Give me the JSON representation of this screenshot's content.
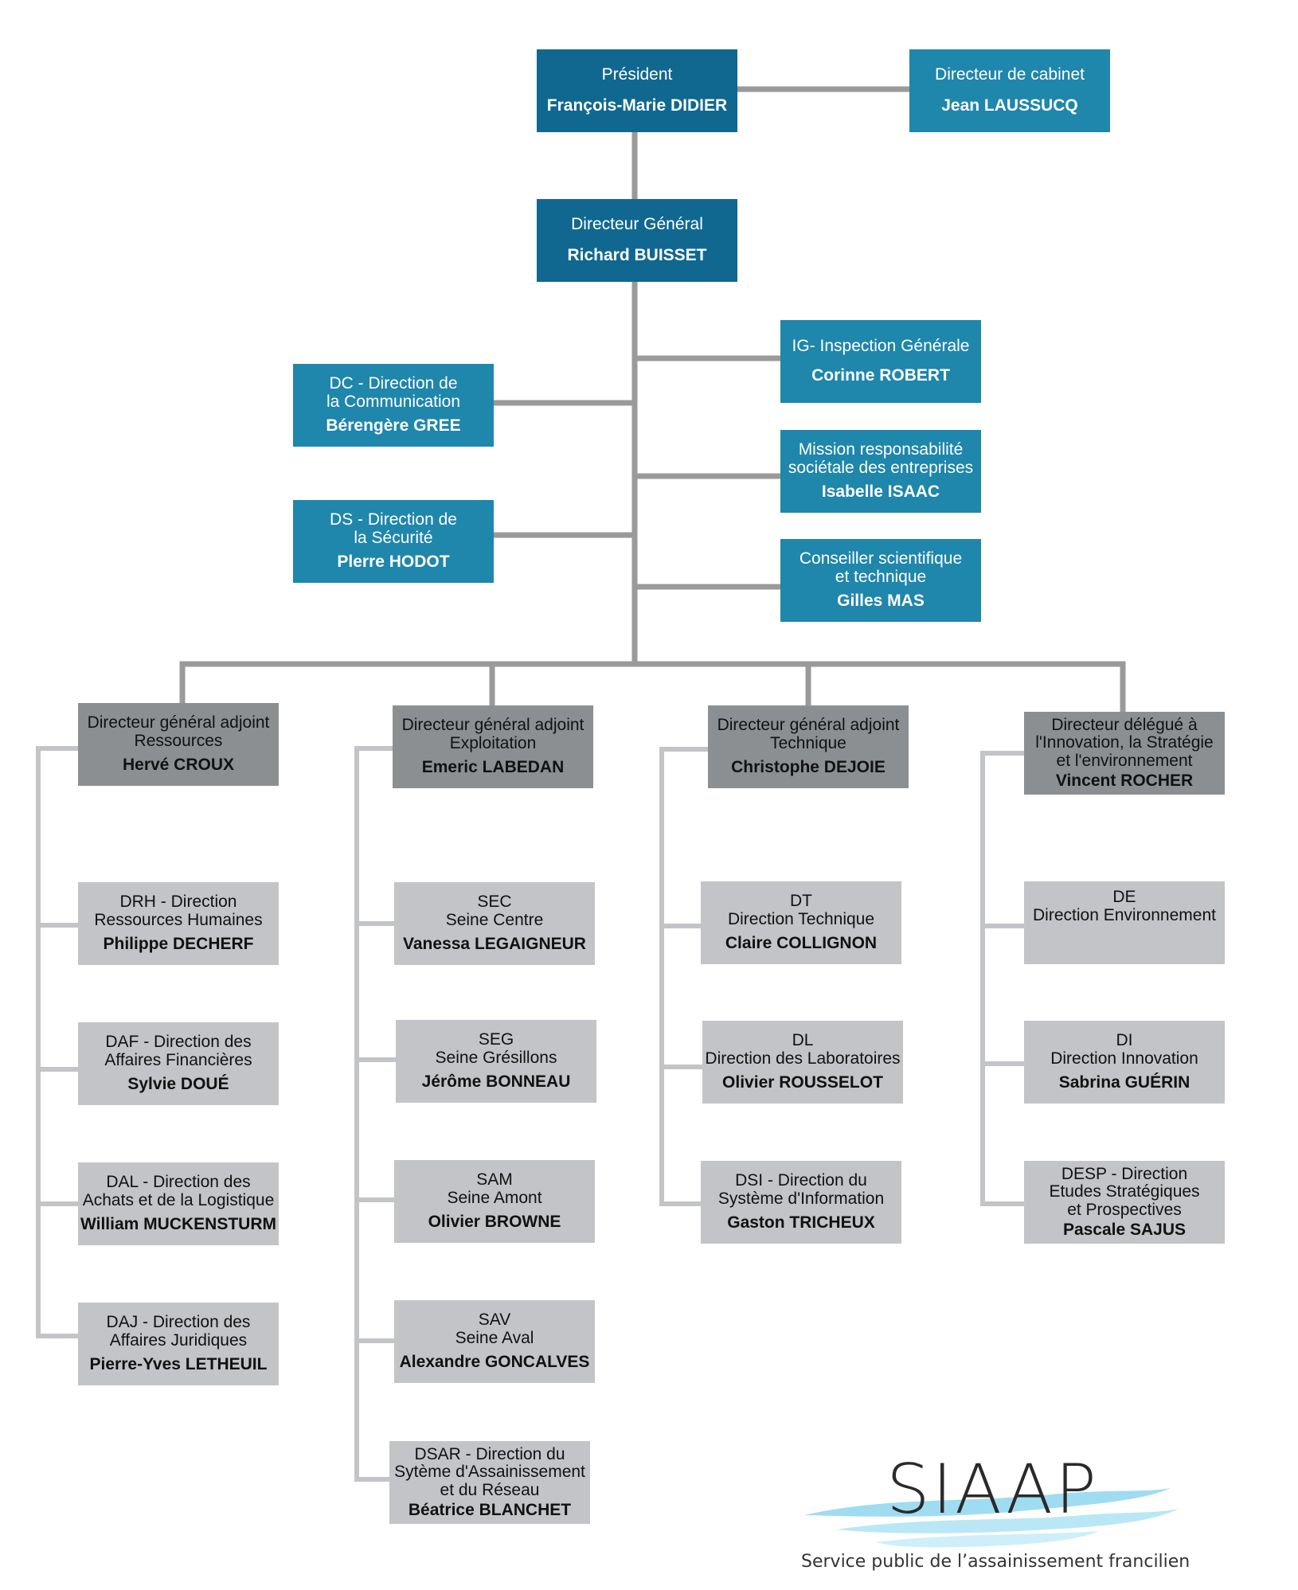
{
  "colors": {
    "level1": "#106891",
    "level2": "#1f86ac",
    "deputy": "#8c8f92",
    "direction": "#c3c4c7",
    "connector": "#9a9a9a"
  },
  "president": {
    "role": "Président",
    "name": "François-Marie DIDIER"
  },
  "cabinet": {
    "role": "Directeur de cabinet",
    "name": "Jean LAUSSUCQ"
  },
  "dg": {
    "role": "Directeur Général",
    "name": "Richard BUISSET"
  },
  "staff": {
    "dc": {
      "role": "DC - Direction de\nla Communication",
      "name": "Bérengère GREE"
    },
    "ds": {
      "role": "DS - Direction de\nla Sécurité",
      "name": "Plerre HODOT"
    },
    "ig": {
      "role": "IG- Inspection Générale",
      "name": "Corinne ROBERT"
    },
    "mrse": {
      "role": "Mission responsabilité\nsociétale des entreprises",
      "name": "Isabelle ISAAC"
    },
    "cst": {
      "role": "Conseiller scientifique\net technique",
      "name": "Gilles MAS"
    }
  },
  "branches": [
    {
      "head": {
        "role": "Directeur général adjoint\nRessources",
        "name": "Hervé CROUX"
      },
      "units": [
        {
          "role": "DRH - Direction\nRessources Humaines",
          "name": "Philippe DECHERF"
        },
        {
          "role": "DAF - Direction des\nAffaires Financières",
          "name": "Sylvie DOUÉ"
        },
        {
          "role": "DAL - Direction des\nAchats et de la Logistique",
          "name": "William MUCKENSTURM"
        },
        {
          "role": "DAJ - Direction des\nAffaires Juridiques",
          "name": "Pierre-Yves LETHEUIL"
        }
      ]
    },
    {
      "head": {
        "role": "Directeur général adjoint\nExploitation",
        "name": "Emeric LABEDAN"
      },
      "units": [
        {
          "role": "SEC\nSeine Centre",
          "name": "Vanessa LEGAIGNEUR"
        },
        {
          "role": "SEG\nSeine Grésillons",
          "name": "Jérôme BONNEAU"
        },
        {
          "role": "SAM\nSeine Amont",
          "name": "Olivier BROWNE"
        },
        {
          "role": "SAV\nSeine Aval",
          "name": "Alexandre GONCALVES"
        },
        {
          "role": "DSAR - Direction du\nSytème d'Assainissement\net du Réseau",
          "name": "Béatrice BLANCHET"
        }
      ]
    },
    {
      "head": {
        "role": "Directeur général adjoint\nTechnique",
        "name": "Christophe DEJOIE"
      },
      "units": [
        {
          "role": "DT\nDirection Technique",
          "name": "Claire COLLIGNON"
        },
        {
          "role": "DL\nDirection des Laboratoires",
          "name": "Olivier ROUSSELOT"
        },
        {
          "role": "DSI - Direction du\nSystème d'Information",
          "name": "Gaston TRICHEUX"
        }
      ]
    },
    {
      "head": {
        "role": "Directeur délégué à\nl'Innovation, la Stratégie\net l'environnement",
        "name": "Vincent ROCHER"
      },
      "units": [
        {
          "role": "DE\nDirection Environnement",
          "name": ""
        },
        {
          "role": "DI\nDirection Innovation",
          "name": "Sabrina GUÉRIN"
        },
        {
          "role": "DESP - Direction\nEtudes Stratégiques\net Prospectives",
          "name": "Pascale SAJUS"
        }
      ]
    }
  ],
  "logo": {
    "wordmark": "SIAAP",
    "tagline": "Service public de l’assainissement francilien"
  }
}
